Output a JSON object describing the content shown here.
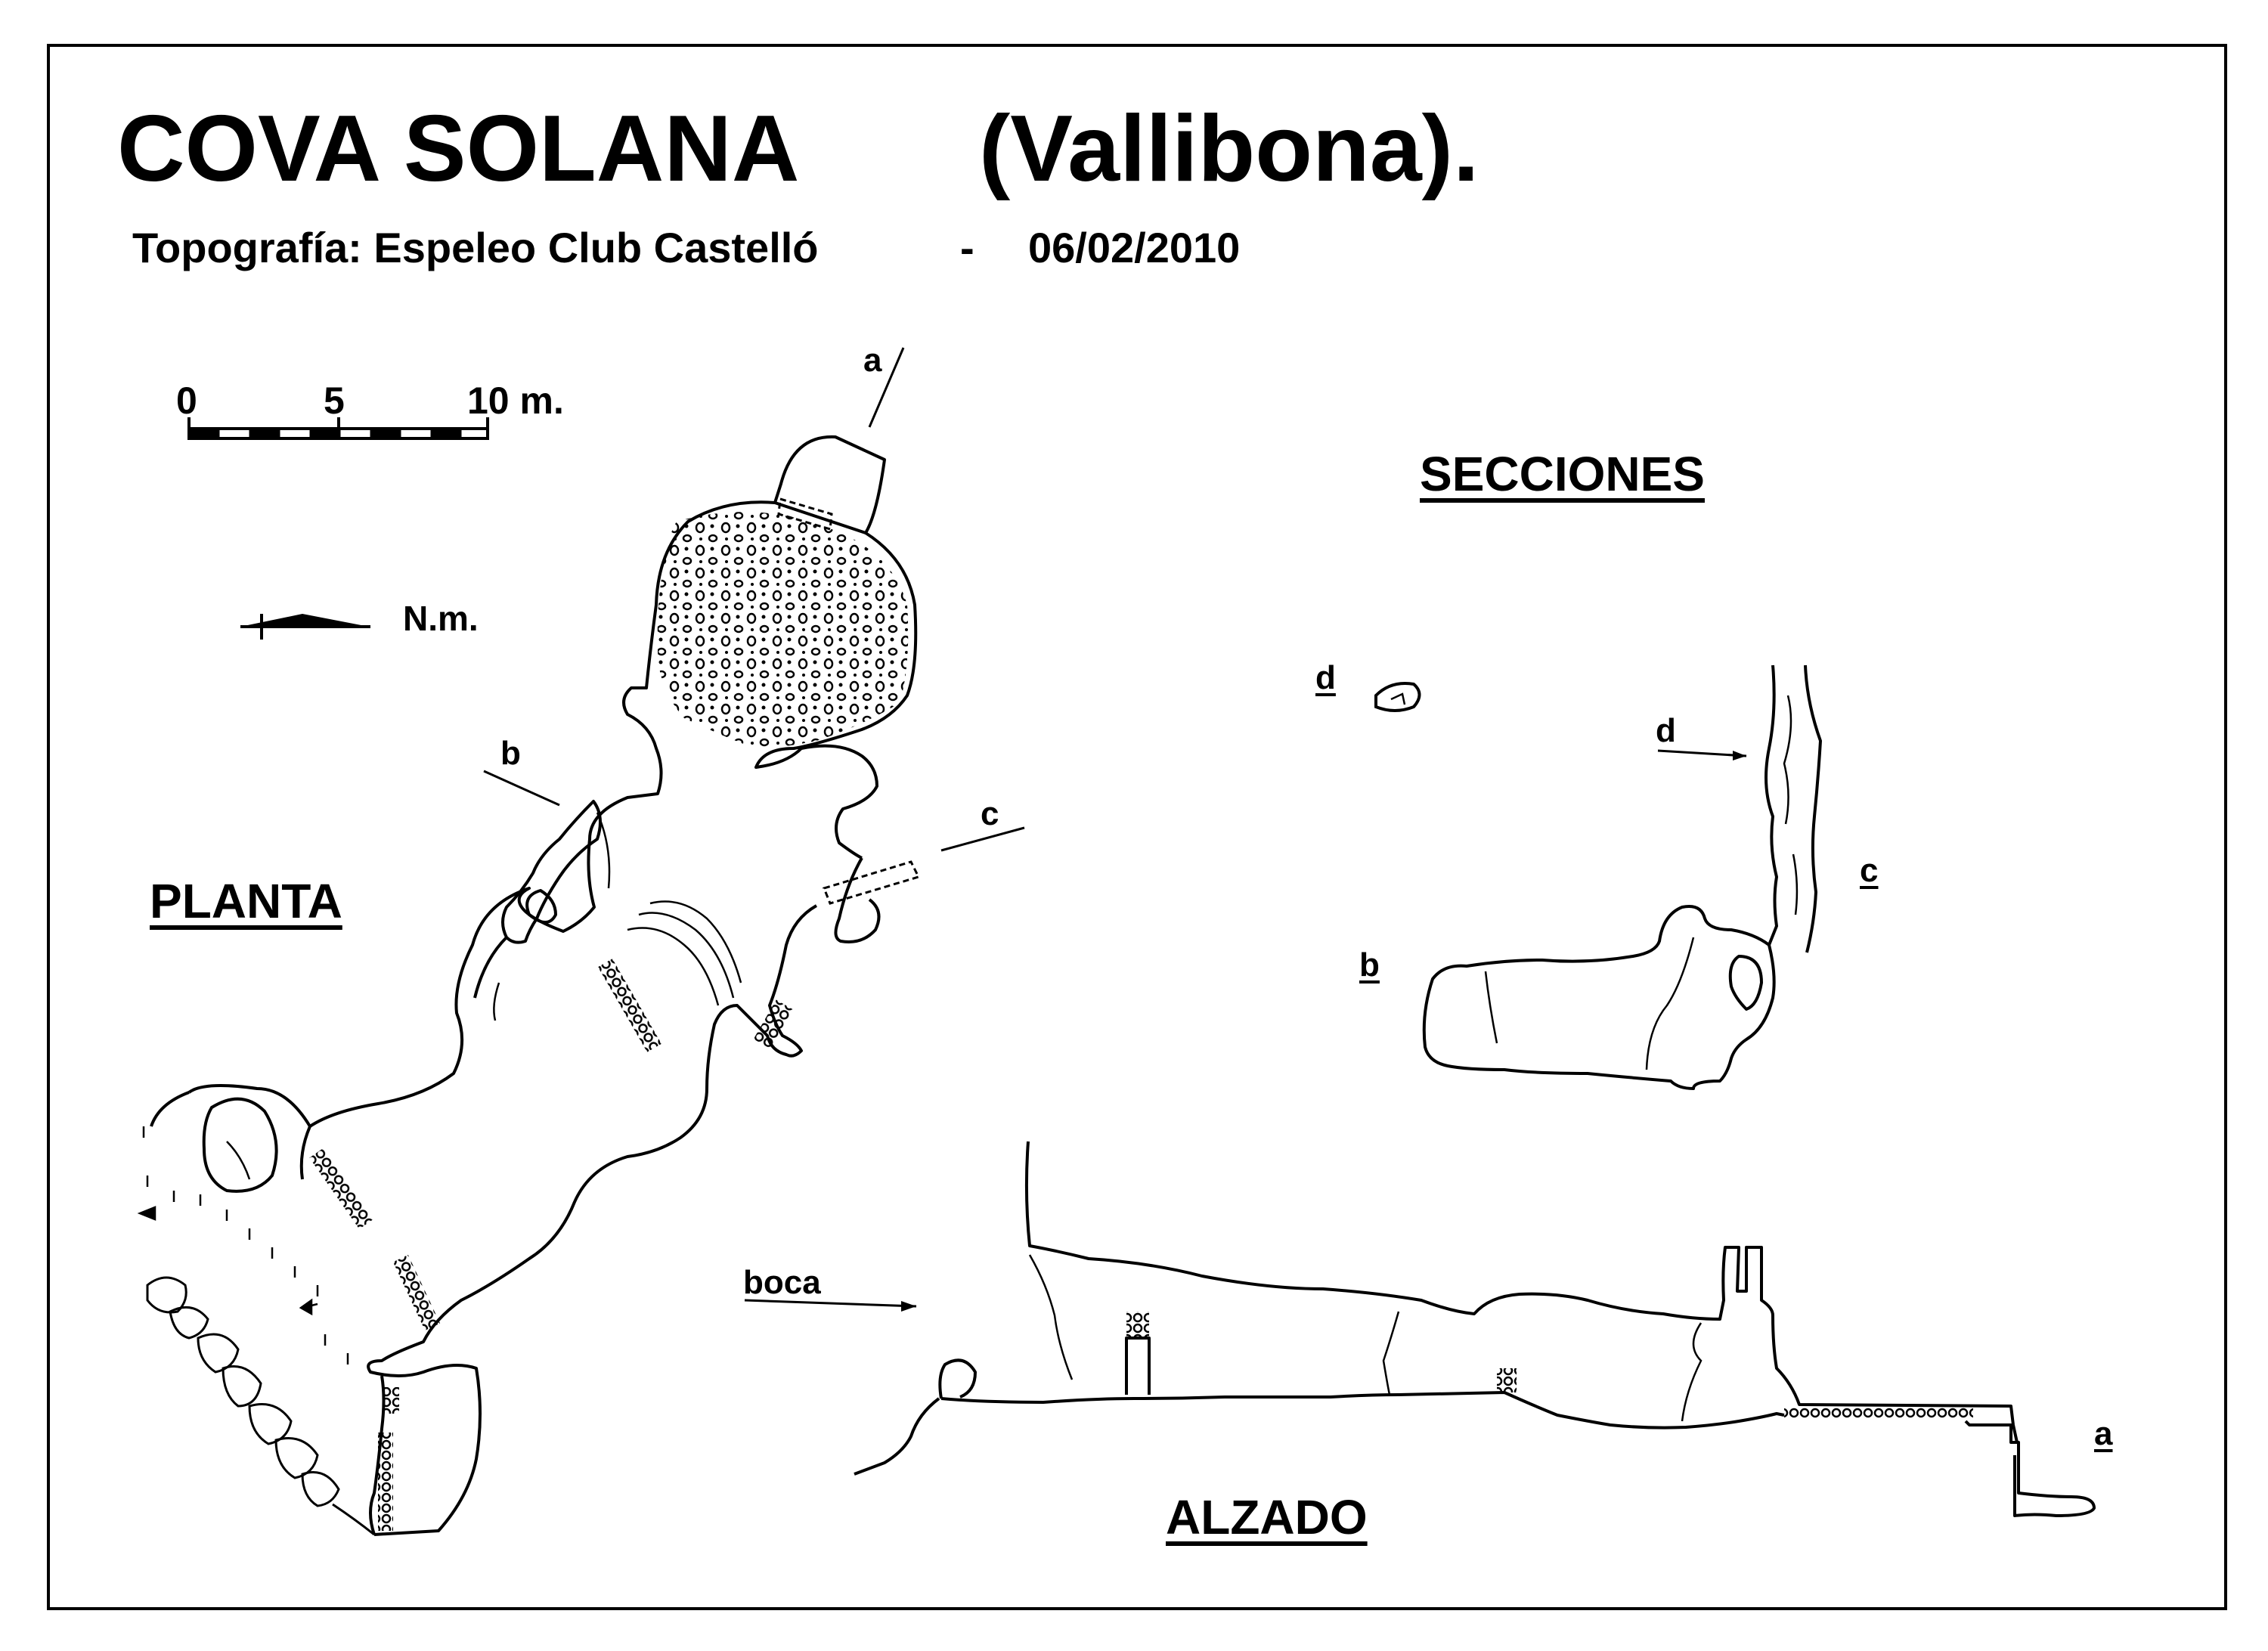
{
  "title": "COVA  SOLANA",
  "location": "(Vallibona).",
  "subtitle": {
    "label": "Topografía:  Espeleo Club Castelló",
    "separator": "-",
    "date": "06/02/2010"
  },
  "scale": {
    "ticks": [
      "0",
      "5",
      "10 m."
    ]
  },
  "north": {
    "label": "N.m."
  },
  "views": {
    "plan": "PLANTA",
    "sections": "SECCIONES",
    "elevation": "ALZADO"
  },
  "section_markers": {
    "a": "a",
    "b": "b",
    "c": "c",
    "d": "d"
  },
  "entrance_label": "boca"
}
